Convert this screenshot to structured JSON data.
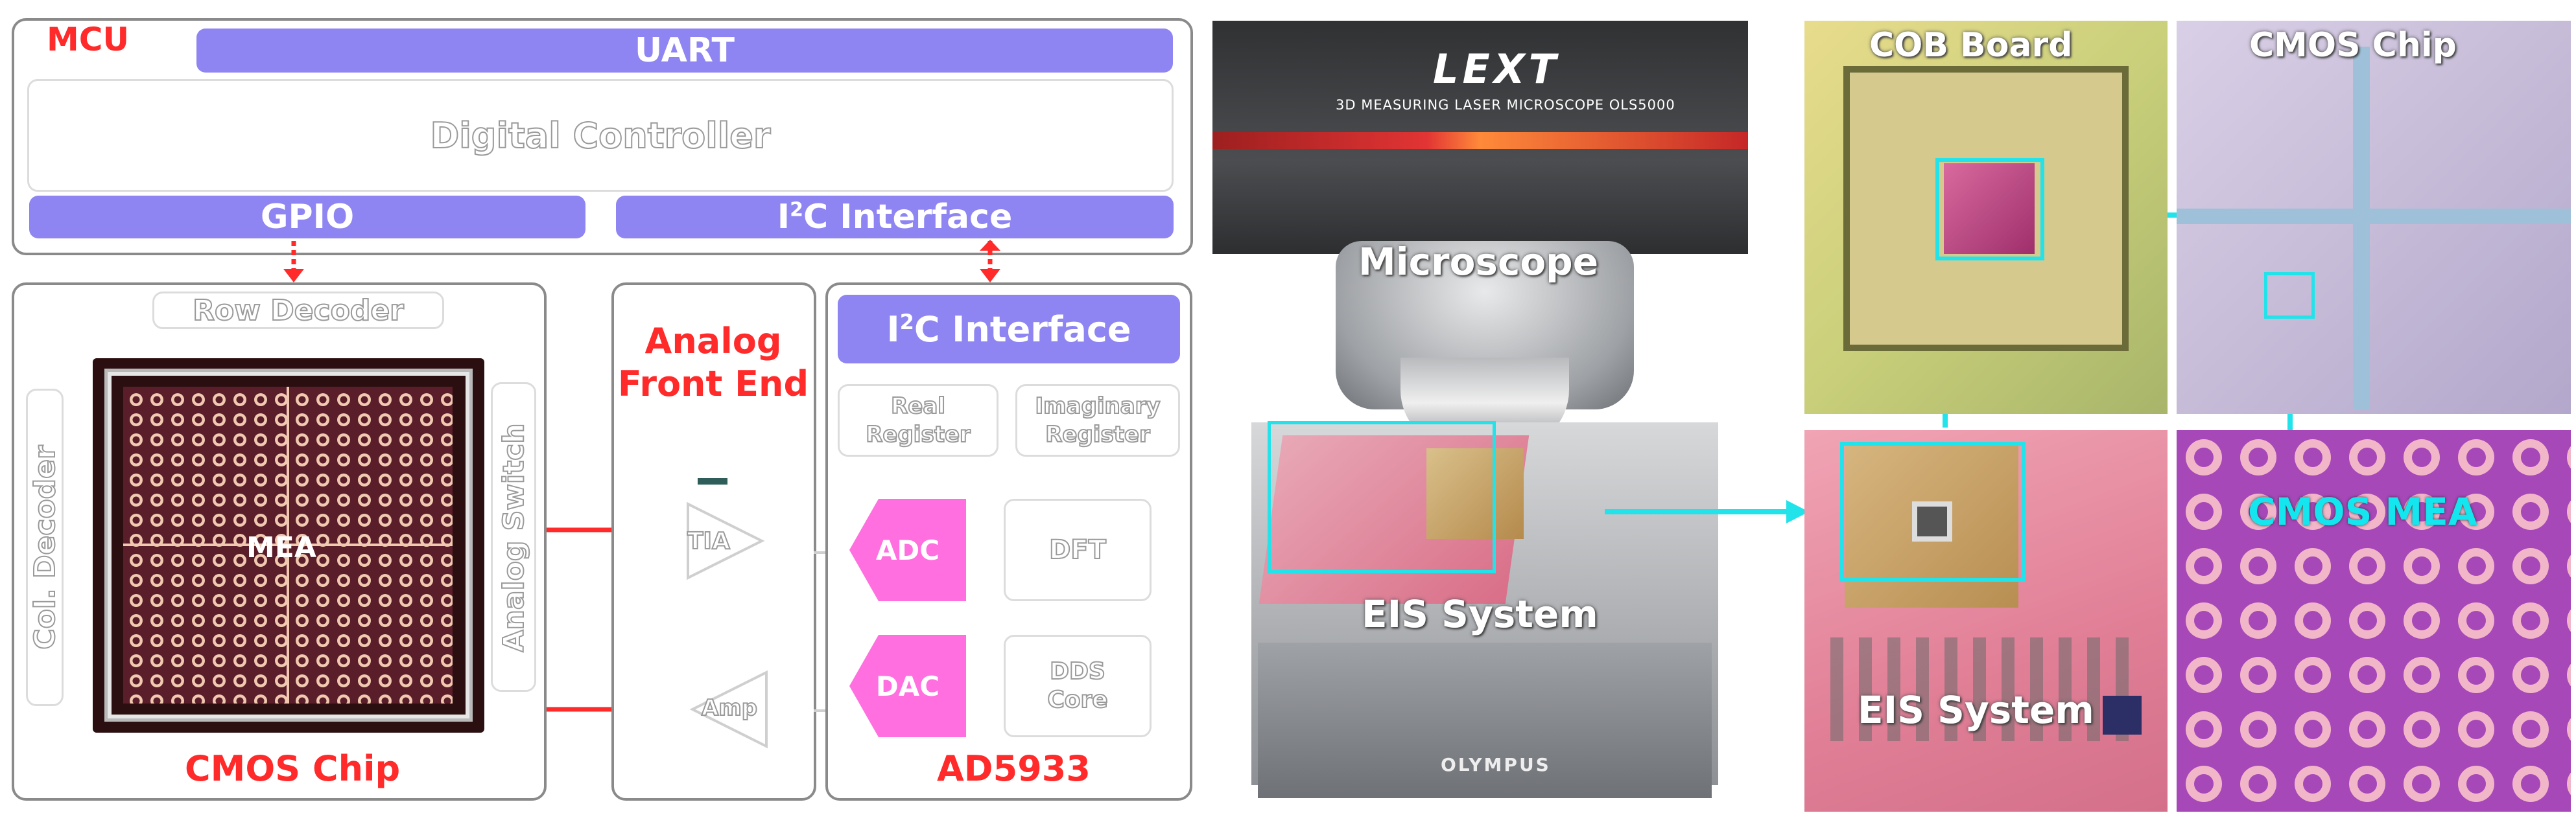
{
  "colors": {
    "purple": "#8f85f2",
    "red": "#ff2a2a",
    "pink": "#ff6fe0",
    "cyan": "#22e3ea",
    "mea_bg": "#5a1d2a",
    "electrode": "#f0c9b0"
  },
  "mcu": {
    "title": "MCU",
    "uart": "UART",
    "digital_controller": "Digital Controller",
    "gpio": "GPIO",
    "i2c_label": "I",
    "i2c_sup": "2",
    "i2c_rest": "C Interface"
  },
  "cmos": {
    "row_decoder": "Row Decoder",
    "col_decoder": "Col. Decoder",
    "analog_switch": "Analog Switch",
    "mea": "MEA",
    "caption": "CMOS Chip"
  },
  "afe": {
    "title_line1": "Analog",
    "title_line2": "Front End",
    "tia": "TIA",
    "amp": "Amp"
  },
  "ad5933": {
    "i2c_label": "I",
    "i2c_sup": "2",
    "i2c_rest": "C Interface",
    "real_line1": "Real",
    "real_line2": "Register",
    "imag_line1": "Imaginary",
    "imag_line2": "Register",
    "adc": "ADC",
    "dft": "DFT",
    "dac": "DAC",
    "dds_line1": "DDS",
    "dds_line2": "Core",
    "caption": "AD5933"
  },
  "photo": {
    "brand": "LEXT",
    "model": "3D MEASURING LASER MICROSCOPE OLS5000",
    "microscope": "Microscope",
    "eis_system": "EIS System",
    "olympus": "OLYMPUS",
    "cob_board": "COB Board",
    "cmos_chip": "CMOS Chip",
    "cmos_mea": "CMOS MEA",
    "eis_system2": "EIS System"
  }
}
